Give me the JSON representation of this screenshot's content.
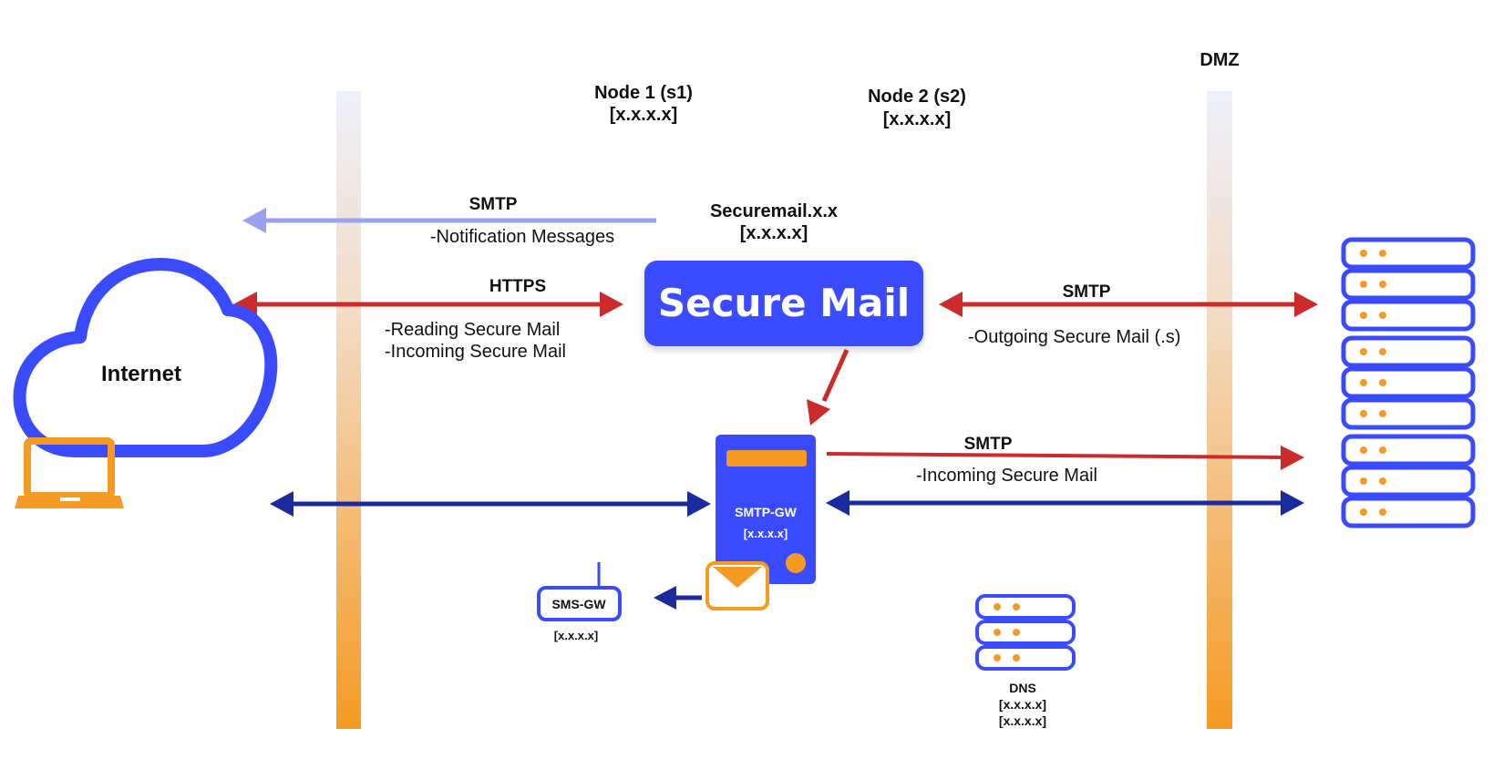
{
  "colors": {
    "brand_blue": "#3a4bff",
    "navy": "#1b2a9c",
    "red": "#cc2b2b",
    "lavender": "#9aa2f0",
    "orange": "#f59a23",
    "bar_top": "#eef0fb"
  },
  "zones": {
    "dmz_label": "DMZ"
  },
  "nodes": {
    "node1": {
      "name": "Node 1 (s1)",
      "ip": "[x.x.x.x]"
    },
    "node2": {
      "name": "Node 2 (s2)",
      "ip": "[x.x.x.x]"
    },
    "securemail_host": {
      "name": "Securemail.x.x",
      "ip": "[x.x.x.x]"
    },
    "secure_mail_box": {
      "label": "Secure Mail"
    },
    "internet": {
      "label": "Internet"
    },
    "smtp_gw": {
      "name": "SMTP-GW",
      "ip": "[x.x.x.x]"
    },
    "sms_gw": {
      "name": "SMS-GW",
      "ip": "[x.x.x.x]"
    },
    "dns": {
      "name": "DNS",
      "ip1": "[x.x.x.x]",
      "ip2": "[x.x.x.x]"
    }
  },
  "connections": {
    "notification": {
      "protocol": "SMTP",
      "desc": "-Notification Messages"
    },
    "https": {
      "protocol": "HTTPS",
      "desc1": "-Reading Secure Mail",
      "desc2": "-Incoming Secure Mail"
    },
    "outgoing": {
      "protocol": "SMTP",
      "desc": "-Outgoing Secure Mail (.s)"
    },
    "incoming": {
      "protocol": "SMTP",
      "desc": "-Incoming Secure Mail"
    }
  },
  "server_rack": {
    "units": 9
  },
  "dns_rack": {
    "units": 3
  }
}
